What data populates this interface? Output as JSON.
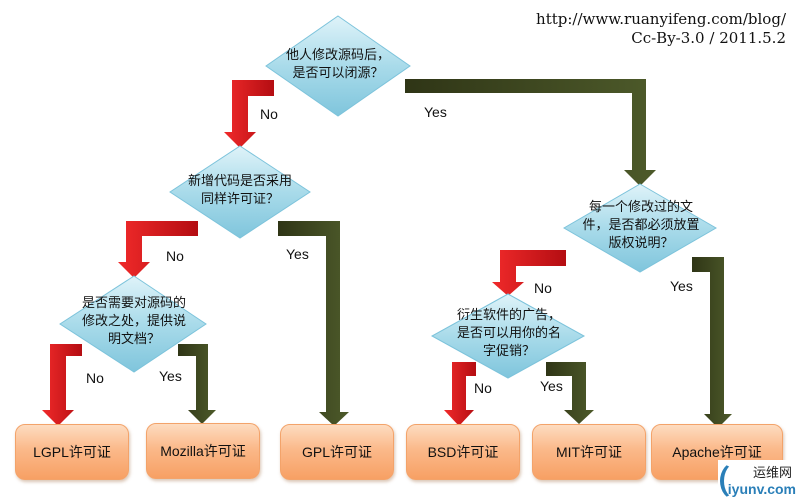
{
  "credit": {
    "url": "http://www.ruanyifeng.com/blog/",
    "license": "Cc-By-3.0 / 2011.5.2"
  },
  "colors": {
    "no_arrow": "#d8121b",
    "yes_arrow": "#3f4620",
    "decision_fill": "#a9dbea",
    "result_fill": "#fbb98a"
  },
  "decisions": {
    "q1": "他人修改源码后，\n是否可以闭源？",
    "q2": "新增代码是否采用\n同样许可证？",
    "q3": "是否需要对源码的\n修改之处，提供说\n明文档？",
    "q4": "每一个修改过的文\n件，是否都必须放置\n版权说明？",
    "q5": "衍生软件的广告，\n是否可以用你的名\n字促销？"
  },
  "labels": {
    "q1_no": "No",
    "q1_yes": "Yes",
    "q2_no": "No",
    "q2_yes": "Yes",
    "q3_no": "No",
    "q3_yes": "Yes",
    "q4_no": "No",
    "q4_yes": "Yes",
    "q5_no": "No",
    "q5_yes": "Yes"
  },
  "results": {
    "lgpl": "LGPL许可证",
    "mozilla": "Mozilla许可证",
    "gpl": "GPL许可证",
    "bsd": "BSD许可证",
    "mit": "MIT许可证",
    "apache": "Apache许可证"
  },
  "watermark": {
    "cn": "运维网",
    "en": "iyunv.com"
  }
}
